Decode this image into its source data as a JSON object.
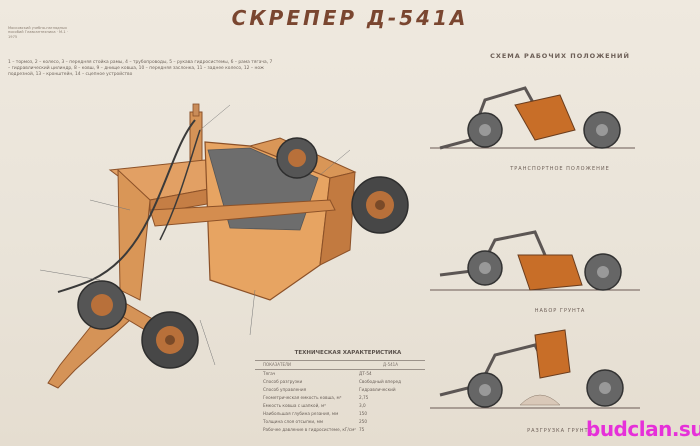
{
  "poster": {
    "title": "СКРЕПЕР Д-541А",
    "publisher": "Московский учебно-наглядных пособий Главсантехника · М-1 · 1975",
    "legend": "1 – тормоз, 2 – колесо, 3 – передняя стойка рамы, 4 – трубопроводы, 5 – рукава гидросистемы, 6 – рама тягача, 7 – гидравлический цилиндр, 8 – ковш, 9 – днище ковша, 10 – передняя заслонка, 11 – заднее колесо, 12 – нож подрезной, 13 – кронштейн, 14 – сцепное устройство",
    "schema_title": "СХЕМА РАБОЧИХ ПОЛОЖЕНИЙ",
    "positions": [
      {
        "label": "ТРАНСПОРТНОЕ ПОЛОЖЕНИЕ"
      },
      {
        "label": "НАБОР ГРУНТА"
      },
      {
        "label": "РАЗГРУЗКА ГРУНТА"
      }
    ],
    "spec_title": "ТЕХНИЧЕСКАЯ ХАРАКТЕРИСТИКА",
    "spec_header": {
      "left": "ПОКАЗАТЕЛИ",
      "right": "Д-541А"
    },
    "spec_rows": [
      {
        "name": "Тягач",
        "value": "ДТ-54"
      },
      {
        "name": "Способ разгрузки",
        "value": "Свободный вперед"
      },
      {
        "name": "Способ управления",
        "value": "Гидравлический"
      },
      {
        "name": "Геометрическая емкость ковша, м³",
        "value": "2,75"
      },
      {
        "name": "Емкость ковша с шапкой, м³",
        "value": "3,0"
      },
      {
        "name": "Наибольшая глубина резания, мм",
        "value": "150"
      },
      {
        "name": "Толщина слоя отсыпки, мм",
        "value": "250"
      },
      {
        "name": "Рабочее давление в гидросистеме, кГ/см²",
        "value": "75"
      }
    ],
    "watermark": "budclan.su"
  },
  "colors": {
    "paper": "#ece6dc",
    "title": "#7a4630",
    "machine_light": "#e9a764",
    "machine_dark": "#b9713c",
    "tire": "#4b4b4b",
    "scraper_bucket": "#c86e28",
    "watermark": "#e630d9"
  }
}
